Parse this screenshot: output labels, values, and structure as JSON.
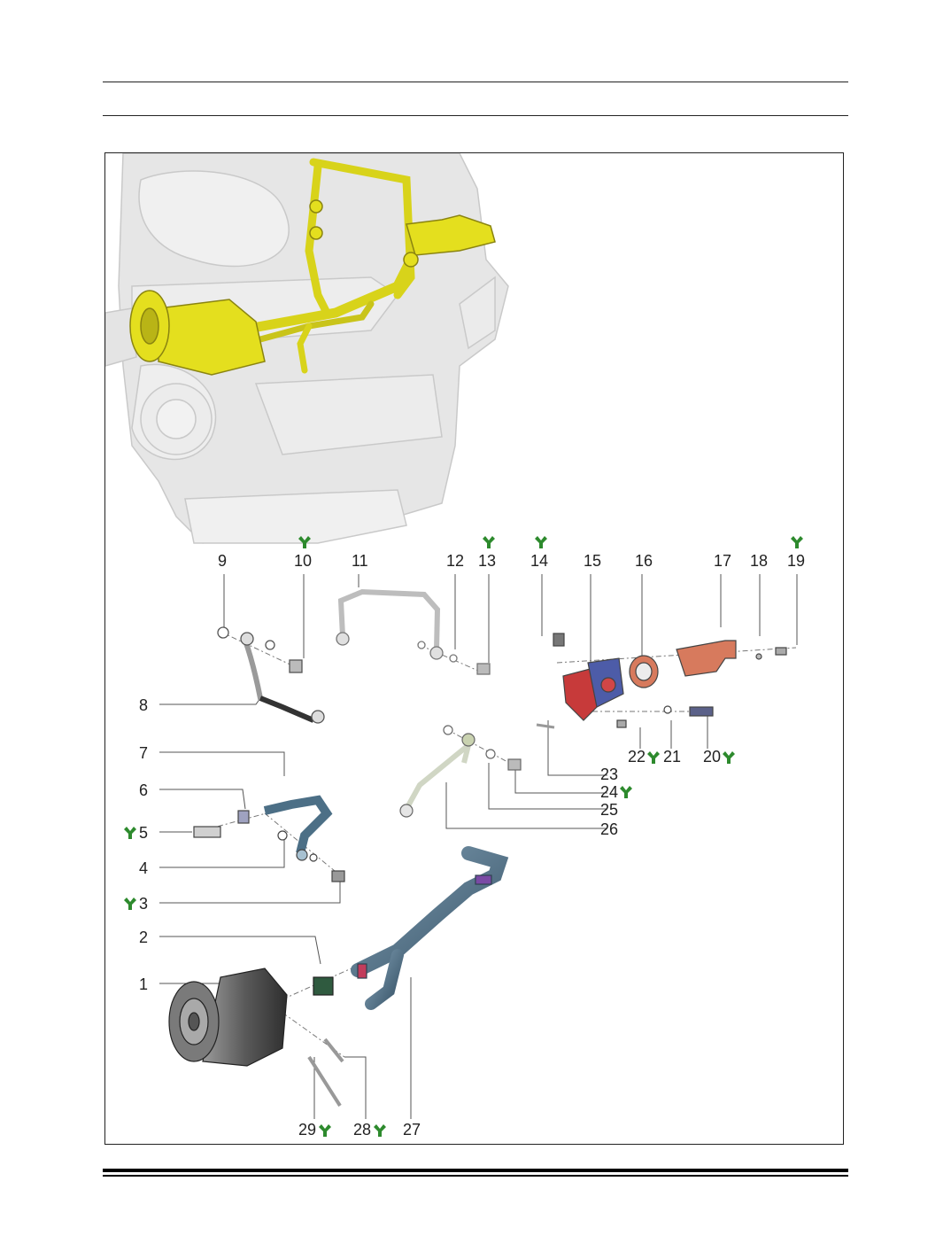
{
  "callouts": [
    {
      "id": "1",
      "torque": false
    },
    {
      "id": "2",
      "torque": false
    },
    {
      "id": "3",
      "torque": true
    },
    {
      "id": "4",
      "torque": false
    },
    {
      "id": "5",
      "torque": true
    },
    {
      "id": "6",
      "torque": false
    },
    {
      "id": "7",
      "torque": false
    },
    {
      "id": "8",
      "torque": false
    },
    {
      "id": "9",
      "torque": false
    },
    {
      "id": "10",
      "torque": true
    },
    {
      "id": "11",
      "torque": false
    },
    {
      "id": "12",
      "torque": false
    },
    {
      "id": "13",
      "torque": true
    },
    {
      "id": "14",
      "torque": true
    },
    {
      "id": "15",
      "torque": false
    },
    {
      "id": "16",
      "torque": false
    },
    {
      "id": "17",
      "torque": false
    },
    {
      "id": "18",
      "torque": false
    },
    {
      "id": "19",
      "torque": true
    },
    {
      "id": "20",
      "torque": true
    },
    {
      "id": "21",
      "torque": false
    },
    {
      "id": "22",
      "torque": true
    },
    {
      "id": "23",
      "torque": false
    },
    {
      "id": "24",
      "torque": true
    },
    {
      "id": "25",
      "torque": false
    },
    {
      "id": "26",
      "torque": false
    },
    {
      "id": "27",
      "torque": false
    },
    {
      "id": "28",
      "torque": true
    },
    {
      "id": "29",
      "torque": true
    }
  ],
  "colors": {
    "highlight_yellow": "#e4df1e",
    "ghost_engine": "#d8d8d8",
    "torque_icon": "#2d8a2d",
    "hose_blue": "#4c6f86",
    "housing_red": "#c73a3a",
    "housing_blue": "#4d5ca8",
    "thermostat_copper": "#d77a5d",
    "pump_dark": "#5a5a5a"
  },
  "icons": {
    "torque": "wrench-torque-icon"
  }
}
